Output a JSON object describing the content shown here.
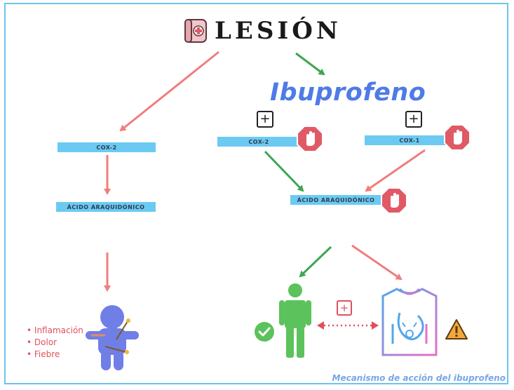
{
  "title": "LESIÓN",
  "drug": "Ibuprofeno",
  "left_path": {
    "enzyme": "COX-2",
    "product": "ÁCIDO ARAQUIDÓNICO",
    "symptoms": [
      "Inflamación",
      "Dolor",
      "Fiebre"
    ]
  },
  "right_path": {
    "enzyme_a": "COX-2",
    "enzyme_b": "COX-1",
    "product": "ÁCIDO ARAQUIDÓNICO",
    "plus_symbol": "+"
  },
  "caption": "Mecanismo de acción del ibuprofeno",
  "colors": {
    "border": "#6ec3ec",
    "bar": "#6ccaf2",
    "drug_text": "#4f7be6",
    "red_arrow": "#f07d7d",
    "green_arrow": "#3ea653",
    "stop_sign": "#e05a66",
    "figure_green": "#5cc25c",
    "figure_purple": "#6f7fe6",
    "symptom_text": "#e0505c",
    "caption": "#7aa6e6"
  },
  "icons": [
    "bandage-icon",
    "plus-box-icon",
    "stop-hand-icon",
    "checkmark-icon",
    "warning-icon",
    "person-icon",
    "voodoo-doll-icon",
    "stomach-body-icon"
  ]
}
